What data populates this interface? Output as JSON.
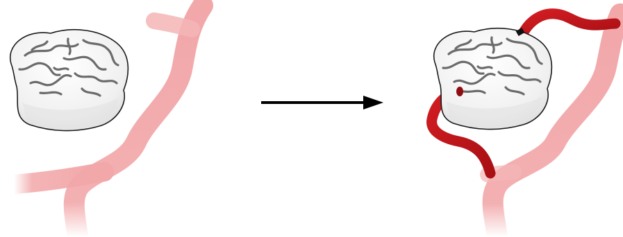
{
  "colors": {
    "background": "#ffffff",
    "host_vessel": "#f2a7a9",
    "host_vessel_edge": "#f6c3c4",
    "graft_vessel": "#c8171c",
    "graft_vessel_dark": "#8f0d11",
    "suture_point": "#111111",
    "organoid_fill": "#f4f4f4",
    "organoid_groove": "#6b6b6b",
    "organoid_outline": "#1a1a1a",
    "arrow": "#000000"
  },
  "panels": [
    {
      "id": "before",
      "state": "organoid-unconnected"
    },
    {
      "id": "after",
      "state": "organoid-vascularized"
    }
  ],
  "transition_icon": "right-arrow-icon"
}
